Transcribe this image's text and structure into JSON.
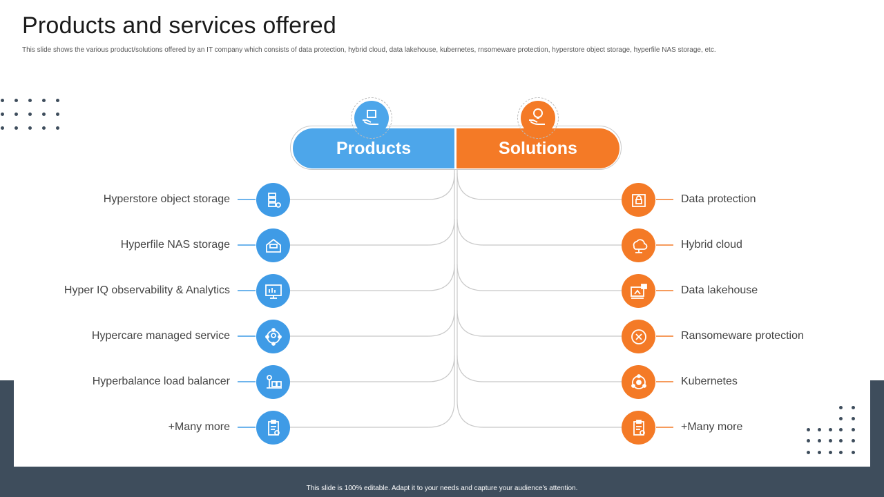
{
  "title": "Products and services offered",
  "subtitle": "This slide shows the various product/solutions offered by an IT company which consists of data protection, hybrid cloud, data lakehouse, kubernetes, rnsomeware protection, hyperstore object storage, hyperfile NAS storage, etc.",
  "footer": "This slide is 100% editable. Adapt it to your needs and capture your audience's attention.",
  "colors": {
    "blue": "#4da6ea",
    "orange": "#f47a26",
    "dark": "#3e4d5c"
  },
  "products": {
    "header": "Products",
    "icon": "hand-box-icon",
    "items": [
      {
        "label": "Hyperstore object storage",
        "icon": "storage-icon"
      },
      {
        "label": "Hyperfile NAS storage",
        "icon": "nas-icon"
      },
      {
        "label": "Hyper IQ observability & Analytics",
        "icon": "analytics-icon"
      },
      {
        "label": "Hypercare managed service",
        "icon": "network-people-icon"
      },
      {
        "label": "Hyperbalance load balancer",
        "icon": "load-balancer-icon"
      },
      {
        "label": "+Many more",
        "icon": "clipboard-icon"
      }
    ]
  },
  "solutions": {
    "header": "Solutions",
    "icon": "hand-bulb-icon",
    "items": [
      {
        "label": "Data protection",
        "icon": "data-protection-icon"
      },
      {
        "label": "Hybrid cloud",
        "icon": "cloud-icon"
      },
      {
        "label": "Data lakehouse",
        "icon": "lakehouse-icon"
      },
      {
        "label": "Ransomeware protection",
        "icon": "target-icon"
      },
      {
        "label": "Kubernetes",
        "icon": "kubernetes-icon"
      },
      {
        "label": "+Many more",
        "icon": "clipboard-icon"
      }
    ]
  }
}
